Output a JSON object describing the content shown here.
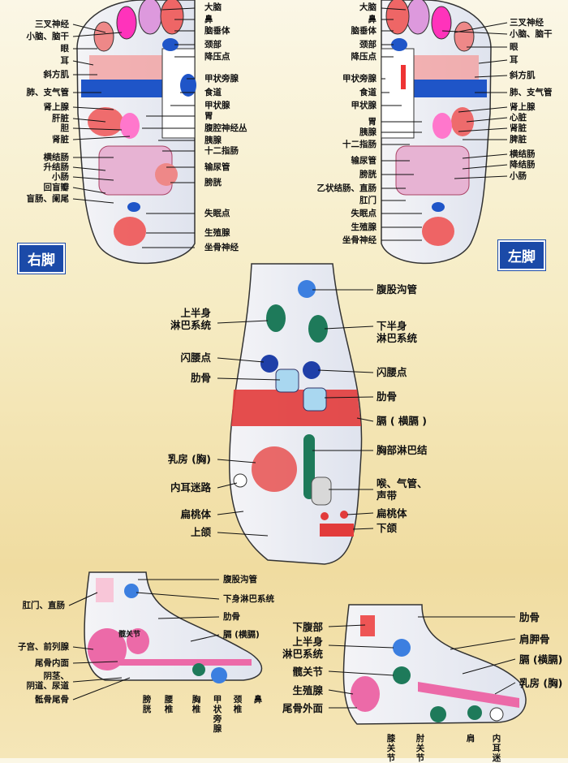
{
  "colors": {
    "blue": "#1f55c8",
    "red": "#e23b3b",
    "pink": "#ec6aa8",
    "green": "#1e7a5a",
    "tag": "#1b4aa8"
  },
  "sections": {
    "right_foot": "右脚",
    "left_foot": "左脚"
  },
  "top_left_labels": [
    "三叉神经",
    "小脑、脑干",
    "眼",
    "耳",
    "斜方肌",
    "肺、支气管",
    "肾上腺",
    "肝脏",
    "胆",
    "肾脏",
    "横结肠",
    "升结肠",
    "小肠",
    "回盲瓣",
    "盲肠、阑尾"
  ],
  "top_center_left_labels": [
    "大脑",
    "鼻",
    "脑垂体",
    "颈部",
    "降压点",
    "甲状旁腺",
    "食道",
    "甲状腺",
    "胃",
    "腹腔神经丛",
    "胰腺",
    "十二指肠",
    "输尿管",
    "膀胱",
    "失眠点",
    "生殖腺",
    "坐骨神经"
  ],
  "top_center_right_labels": [
    "大脑",
    "鼻",
    "脑垂体",
    "颈部",
    "降压点",
    "甲状旁腺",
    "食道",
    "甲状腺",
    "胃",
    "胰腺",
    "十二指肠",
    "输尿管",
    "膀胱",
    "乙状结肠、直肠",
    "肛门",
    "失眠点",
    "生殖腺",
    "坐骨神经"
  ],
  "top_right_labels": [
    "三叉神经",
    "小脑、脑干",
    "眼",
    "耳",
    "斜方肌",
    "肺、支气管",
    "肾上腺",
    "心脏",
    "肾脏",
    "脾脏",
    "横结肠",
    "降结肠",
    "小肠"
  ],
  "middle": {
    "left": [
      "上半身\n淋巴系统",
      "闪腰点",
      "肋骨",
      "乳房 (胸)",
      "内耳迷路",
      "扁桃体",
      "上颌"
    ],
    "right": [
      "腹股沟管",
      "下半身\n淋巴系统",
      "闪腰点",
      "肋骨",
      "膈 ( 横膈 )",
      "胸部淋巴结",
      "喉、气管、\n声带",
      "扁桃体",
      "下颌"
    ]
  },
  "inner_side": {
    "left": [
      "肛门、直肠",
      "子宫、前列腺",
      "尾骨内面",
      "阴茎、\n阴道、尿道",
      "骶骨尾骨"
    ],
    "inner_text": "髋关节",
    "right": [
      "腹股沟管",
      "下身淋巴系统",
      "肋骨",
      "膈 (横膈)"
    ],
    "bottom": [
      "膀胱",
      "腰椎",
      "胸椎",
      "甲状旁腺",
      "颈椎",
      "鼻"
    ]
  },
  "outer_side": {
    "left": [
      "下腹部",
      "上半身\n淋巴系统",
      "髋关节",
      "生殖腺",
      "尾骨外面"
    ],
    "right": [
      "肋骨",
      "肩胛骨",
      "膈 (横膈)",
      "乳房 (胸)"
    ],
    "bottom": [
      "膝关节",
      "肘关节",
      "肩",
      "内耳迷"
    ]
  }
}
